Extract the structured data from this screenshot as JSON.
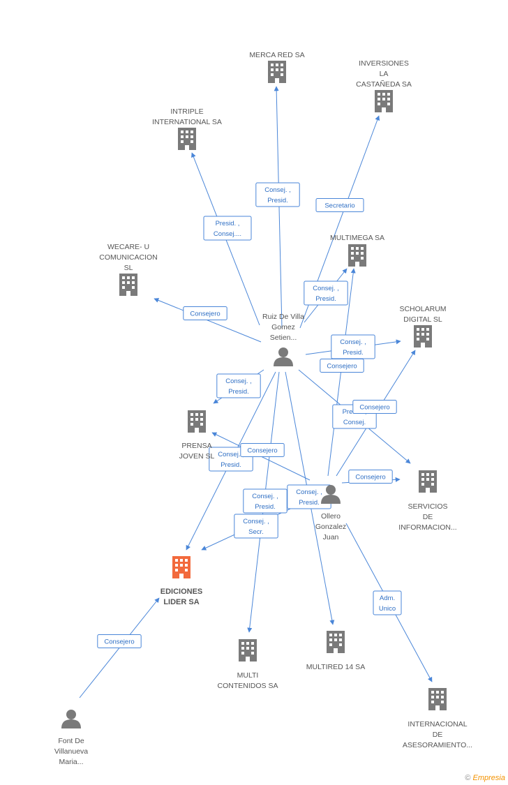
{
  "colors": {
    "edge": "#4a86d8",
    "node": "#7a7a7a",
    "focus": "#f26a3d"
  },
  "nodes": {
    "merca": {
      "type": "company",
      "label": [
        "MERCA RED SA"
      ]
    },
    "inversiones": {
      "type": "company",
      "label": [
        "INVERSIONES",
        "LA",
        "CASTAÑEDA SA"
      ]
    },
    "intriple": {
      "type": "company",
      "label": [
        "INTRIPLE",
        "INTERNATIONAL SA"
      ]
    },
    "wecare": {
      "type": "company",
      "label": [
        "WECARE- U",
        "COMUNICACION",
        "SL"
      ]
    },
    "multimega": {
      "type": "company",
      "label": [
        "MULTIMEGA SA"
      ]
    },
    "scholarum": {
      "type": "company",
      "label": [
        "SCHOLARUM",
        "DIGITAL SL"
      ]
    },
    "ruiz": {
      "type": "person",
      "label": [
        "Ruiz De Villa",
        "Gomez",
        "Setien..."
      ]
    },
    "prensa": {
      "type": "company",
      "label": [
        "PRENSA",
        "JOVEN SL"
      ]
    },
    "servicios": {
      "type": "company",
      "label": [
        "SERVICIOS",
        "DE",
        "INFORMACION..."
      ]
    },
    "ollero": {
      "type": "person",
      "label": [
        "Ollero",
        "Gonzalez",
        "Juan"
      ]
    },
    "ediciones": {
      "type": "focus",
      "label": [
        "EDICIONES",
        "LIDER SA"
      ]
    },
    "multi": {
      "type": "company",
      "label": [
        "MULTI",
        "CONTENIDOS SA"
      ]
    },
    "multired": {
      "type": "company",
      "label": [
        "MULTIRED 14 SA"
      ]
    },
    "internacional": {
      "type": "company",
      "label": [
        "INTERNACIONAL",
        "DE",
        "ASESORAMIENTO..."
      ]
    },
    "font": {
      "type": "person",
      "label": [
        "Font De",
        "Villanueva",
        "Maria..."
      ]
    }
  },
  "edges": [
    {
      "from": "ruiz",
      "to": "merca",
      "label": [
        "Consej. ,",
        "Presid."
      ]
    },
    {
      "from": "ruiz",
      "to": "intriple",
      "label": [
        "Presid. ,",
        "Consej...."
      ]
    },
    {
      "from": "ruiz",
      "to": "inversiones",
      "label": [
        "Secretario"
      ]
    },
    {
      "from": "ruiz",
      "to": "wecare",
      "label": [
        "Consejero"
      ]
    },
    {
      "from": "ruiz",
      "to": "multimega",
      "label": [
        "Consej. ,",
        "Presid."
      ]
    },
    {
      "from": "ruiz",
      "to": "scholarum",
      "label": [
        "Consej. ,",
        "Presid."
      ]
    },
    {
      "from": "ruiz",
      "to": "prensa",
      "label": [
        "Consej. ,",
        "Presid."
      ]
    },
    {
      "from": "ruiz",
      "to": "servicios",
      "label": [
        "Presid. ,",
        "Consej."
      ]
    },
    {
      "from": "ruiz",
      "to": "ediciones",
      "label": [
        "Consej. ,",
        "Presid."
      ]
    },
    {
      "from": "ruiz",
      "to": "multi",
      "label": [
        "Consej. ,",
        "Presid."
      ]
    },
    {
      "from": "ruiz",
      "to": "multired",
      "label": [
        "Consej. ,",
        "Presid."
      ]
    },
    {
      "from": "ollero",
      "to": "multimega",
      "label": [
        "Consejero"
      ]
    },
    {
      "from": "ollero",
      "to": "scholarum",
      "label": [
        "Consejero"
      ]
    },
    {
      "from": "ollero",
      "to": "prensa",
      "label": [
        "Consejero"
      ]
    },
    {
      "from": "ollero",
      "to": "servicios",
      "label": [
        "Consejero"
      ]
    },
    {
      "from": "ollero",
      "to": "ediciones",
      "label": [
        "Consej. ,",
        "Secr."
      ]
    },
    {
      "from": "ollero",
      "to": "internacional",
      "label": [
        "Adm.",
        "Unico"
      ]
    },
    {
      "from": "font",
      "to": "ediciones",
      "label": [
        "Consejero"
      ]
    }
  ],
  "footer": {
    "copyright": "©",
    "brand": "Empresia"
  }
}
